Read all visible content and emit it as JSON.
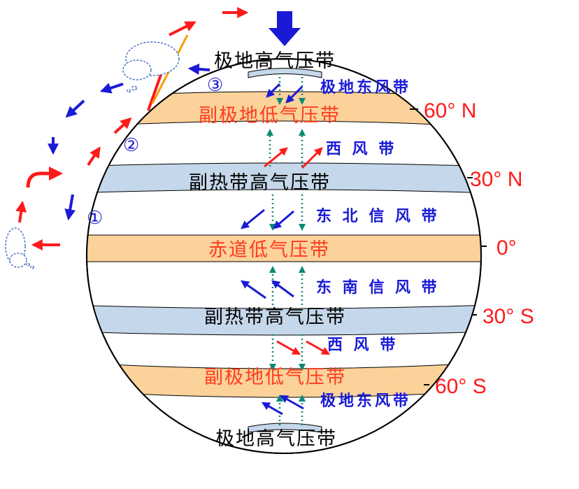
{
  "colors": {
    "band_high": "#c5d7ea",
    "band_low": "#fbd29a",
    "arrow_blue": "#1a1ad6",
    "arrow_red": "#ff1a1a",
    "text_red": "#ff3b1f",
    "dotted": "#0a8a73",
    "orange_line": "#f6a000"
  },
  "pressure_belts": {
    "polar_high_north": "极地高气压带",
    "subpolar_low_north": "副极地低气压带",
    "subtropical_high_north": "副热带高气压带",
    "equatorial_low": "赤道低气压带",
    "subtropical_high_south": "副热带高气压带",
    "subpolar_low_south": "副极地低气压带",
    "polar_high_south": "极地高气压带"
  },
  "wind_belts": {
    "polar_easterlies_north": "极地东风带",
    "westerlies_north": "西 风 带",
    "ne_trades": "东 北 信 风 带",
    "se_trades": "东 南 信 风 带",
    "westerlies_south": "西 风 带",
    "polar_easterlies_south": "极地东风带"
  },
  "latitudes": {
    "n60": "60° N",
    "n30": "30° N",
    "eq": "0°",
    "s30": "30° S",
    "s60": "60° S"
  },
  "cells": {
    "cell1": "①",
    "cell2": "②",
    "cell3": "③"
  },
  "icons": [
    "cloud-icon",
    "arrow-icon"
  ]
}
